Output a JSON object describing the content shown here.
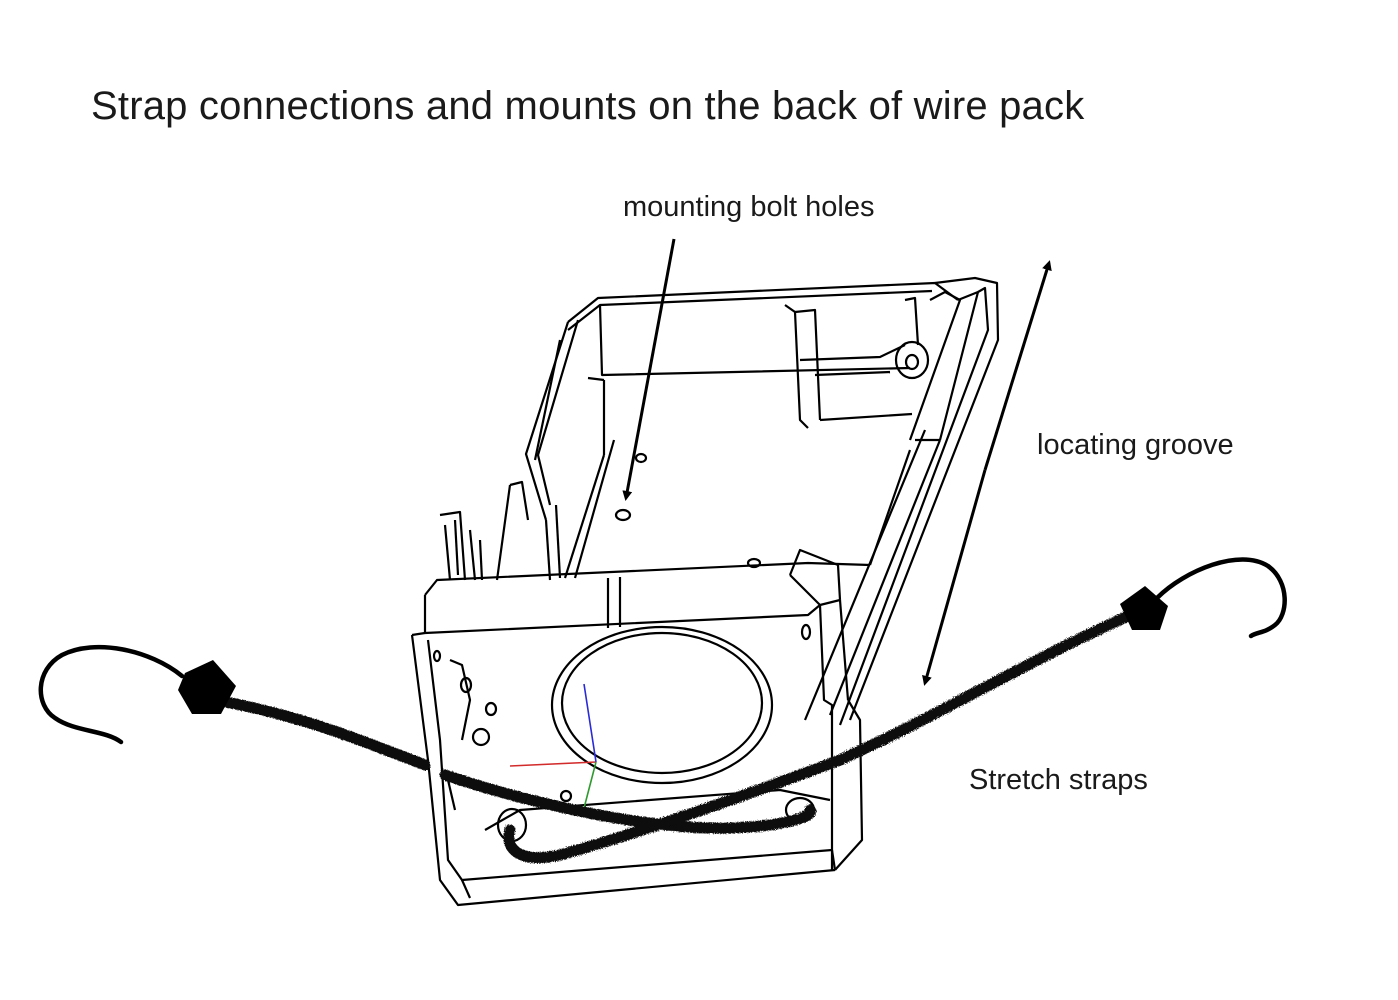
{
  "title": "Strap connections and mounts on the back of wire pack",
  "labels": {
    "mounting_bolt_holes": "mounting bolt holes",
    "locating_groove": "locating groove",
    "stretch_straps": "Stretch straps"
  },
  "colors": {
    "line": "#000000",
    "axis_x": "#d22b2b",
    "axis_y": "#2e9a2e",
    "axis_z": "#2a2ad8",
    "strap": "#111111"
  },
  "icons": [
    "strap-hook-left-icon",
    "strap-hook-right-icon",
    "arrow-icon"
  ]
}
